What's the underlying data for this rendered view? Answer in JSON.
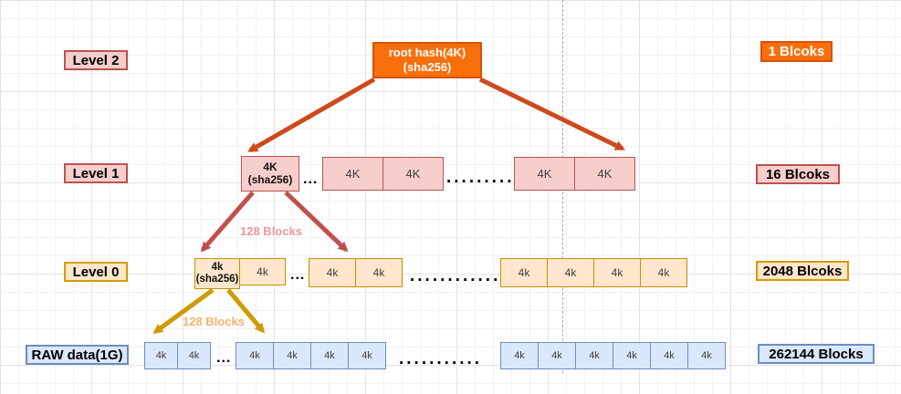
{
  "diagram": {
    "root_node": {
      "line1": "root hash(4K)",
      "line2": "(sha256)"
    },
    "rows": {
      "level2": {
        "label": "Level 2",
        "count": "1 Blcoks"
      },
      "level1": {
        "label": "Level 1",
        "count": "16 Blcoks",
        "hash_node": {
          "line1": "4K",
          "line2": "(sha256)"
        },
        "gap_small": "...",
        "group1": [
          "4K",
          "4K"
        ],
        "gap_large": ".........",
        "group2": [
          "4K",
          "4K"
        ]
      },
      "level0": {
        "label": "Level 0",
        "count": "2048 Blcoks",
        "hash_node": {
          "line1": "4k",
          "line2": "(sha256)"
        },
        "sibling": "4k",
        "gap_small": "...",
        "group1": [
          "4k",
          "4k"
        ],
        "gap_large": "............",
        "group2": [
          "4k",
          "4k",
          "4k",
          "4k"
        ]
      },
      "raw": {
        "label": "RAW data(1G)",
        "count": "262144 Blocks",
        "group1": [
          "4k",
          "4k"
        ],
        "gap_small": "...",
        "group2": [
          "4k",
          "4k",
          "4k",
          "4k"
        ],
        "gap_large": "...........",
        "group3": [
          "4k",
          "4k",
          "4k",
          "4k",
          "4k",
          "4k"
        ]
      }
    },
    "edge_labels": {
      "l1_to_l0": "128 Blocks",
      "l0_to_raw": "128 Blocks"
    },
    "colors": {
      "root_fill": "#F96F0C",
      "root_stroke": "#D35400",
      "pink_fill": "#F8CECC",
      "pink_stroke": "#B85450",
      "peach_fill": "#FFE6CC",
      "peach_stroke": "#D79B00",
      "blue_fill": "#DAE8FC",
      "blue_stroke": "#6C8EBF",
      "arrow_top": "#D0491B",
      "arrow_mid": "#C0504D",
      "arrow_bottom": "#CE9B05",
      "edge_label_pink": "#EA9999",
      "edge_label_orange": "#F6B26B"
    }
  }
}
